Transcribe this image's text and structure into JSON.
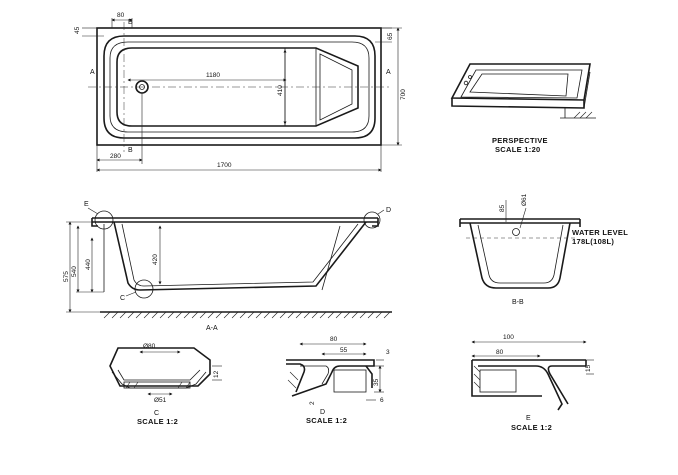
{
  "plan_view": {
    "section_mark_a": "A",
    "section_mark_b": "B",
    "dim_80": "80",
    "dim_45": "45",
    "dim_65": "65",
    "dim_1180": "1180",
    "dim_410": "410",
    "dim_700": "700",
    "dim_280": "280",
    "dim_1700": "1700"
  },
  "perspective": {
    "title": "PERSPECTIVE",
    "scale": "SCALE 1:20"
  },
  "section_aa": {
    "label": "A-A",
    "detail_e": "E",
    "detail_d": "D",
    "detail_c": "C",
    "dim_575": "575",
    "dim_540": "540",
    "dim_440": "440",
    "dim_420": "420"
  },
  "section_bb": {
    "label": "B-B",
    "dim_85": "85",
    "dim_d61": "Ø61",
    "water_level": "WATER LEVEL",
    "water_volume": "178L(108L)"
  },
  "detail_c": {
    "letter": "C",
    "scale": "SCALE 1:2",
    "dim_d80": "Ø80",
    "dim_d51": "Ø51",
    "dim_12": "12"
  },
  "detail_d": {
    "letter": "D",
    "scale": "SCALE 1:2",
    "dim_80": "80",
    "dim_55": "55",
    "dim_3": "3",
    "dim_35": "35",
    "dim_2": "2",
    "dim_6": "6"
  },
  "detail_e": {
    "letter": "E",
    "scale": "SCALE 1:2",
    "dim_100": "100",
    "dim_80": "80",
    "dim_15": "15"
  }
}
